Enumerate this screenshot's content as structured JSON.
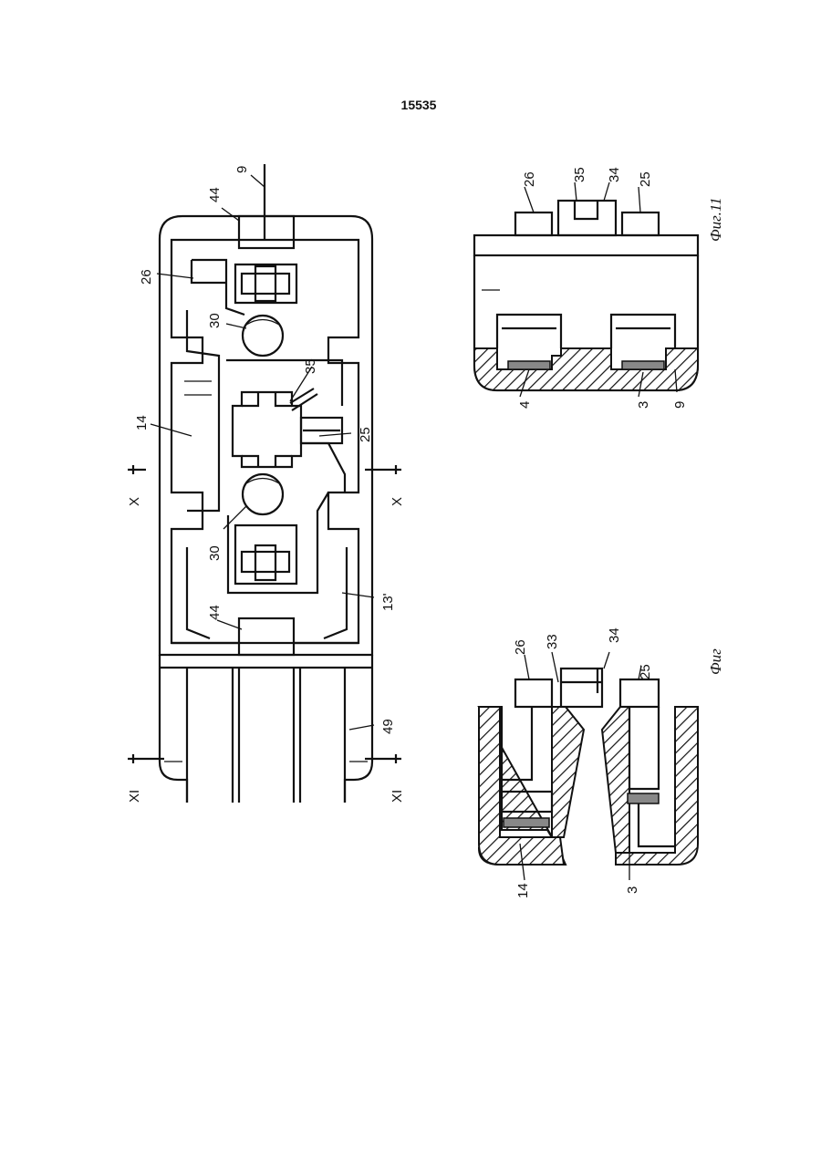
{
  "page_number": "15535",
  "figure_main": {
    "labels": {
      "l9": "9",
      "l44_top": "44",
      "l26": "26",
      "l30_top": "30",
      "l35": "35",
      "l14": "14",
      "l25": "25",
      "l30_bottom": "30",
      "l44_bottom": "44",
      "l13": "13'",
      "l49": "49"
    },
    "section_marks": {
      "x_left": "X",
      "x_right": "X",
      "xi_left": "XI",
      "xi_right": "XI"
    }
  },
  "figure_11": {
    "caption": "Фиг.11",
    "labels": {
      "l26": "26",
      "l35": "35",
      "l34": "34",
      "l25": "25",
      "l4": "4",
      "l3": "3",
      "l9": "9"
    }
  },
  "figure_12": {
    "caption": "Фиг",
    "labels": {
      "l26": "26",
      "l33": "33",
      "l34": "34",
      "l25": "25",
      "l14": "14",
      "l3": "3"
    }
  }
}
